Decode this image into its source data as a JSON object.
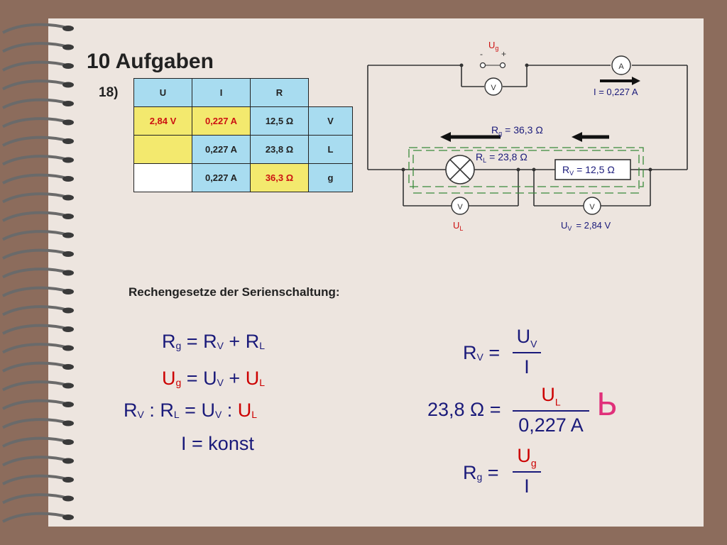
{
  "heading": {
    "title": "10 Aufgaben",
    "exercise_no": "18)"
  },
  "table": {
    "headers": [
      "U",
      "I",
      "R",
      ""
    ],
    "rows": [
      [
        "2,84 V",
        "0,227 A",
        "12,5 Ω",
        "V"
      ],
      [
        "",
        "0,227 A",
        "23,8 Ω",
        "L"
      ],
      [
        "",
        "0,227 A",
        "36,3 Ω",
        "g"
      ]
    ]
  },
  "circuit": {
    "Ug_sym": "U",
    "Ug_sub": "g",
    "minus": "-",
    "plus": "+",
    "ammeter": "A",
    "voltmeter": "V",
    "current": "I = 0,227 A",
    "Rg": "R",
    "Rg_sub": "g",
    "Rg_val": "= 36,3 Ω",
    "RL": "R",
    "RL_sub": "L",
    "RL_val": "= 23,8 Ω",
    "Rv": "R",
    "Rv_sub": "V",
    "Rv_val": "= 12,5 Ω",
    "UL": "U",
    "UL_sub": "L",
    "Uv": "U",
    "Uv_sub": "V",
    "Uv_val": "= 2,84 V"
  },
  "rules": {
    "heading": "Rechengesetze der Serienschaltung:",
    "eq1": {
      "R": "R",
      "g": "g",
      "eq": " = ",
      "V": "V",
      "plus": " + ",
      "L": "L"
    },
    "eq2": {
      "U": "U",
      "g": "g",
      "eq": " = ",
      "V": "V",
      "plus": " + ",
      "L": "L"
    },
    "eq3": {
      "R": "R",
      "U": "U",
      "V": "V",
      "colon": " : ",
      "L": "L",
      "eq": " = "
    },
    "eq4": {
      "I": "I",
      "eq": " = ",
      "konst": "konst"
    }
  },
  "formulas": {
    "f1": {
      "lhs_R": "R",
      "lhs_sub": "V",
      "eq": " =",
      "num_U": "U",
      "num_sub": "V",
      "den": "I"
    },
    "f2": {
      "lhs": "23,8 Ω",
      "eq": " =",
      "num_U": "U",
      "num_sub": "L",
      "den": "0,227 A"
    },
    "f3": {
      "lhs_R": "R",
      "lhs_sub": "g",
      "eq": " =",
      "num_U": "U",
      "num_sub": "g",
      "den": "I"
    }
  },
  "mark": "Ь",
  "colors": {
    "background": "#8c6c5c",
    "paper": "#ede5df",
    "blue": "#1a1a7a",
    "red": "#cc0000",
    "table_blue": "#a8dcf0",
    "table_yellow": "#f3e96e"
  }
}
